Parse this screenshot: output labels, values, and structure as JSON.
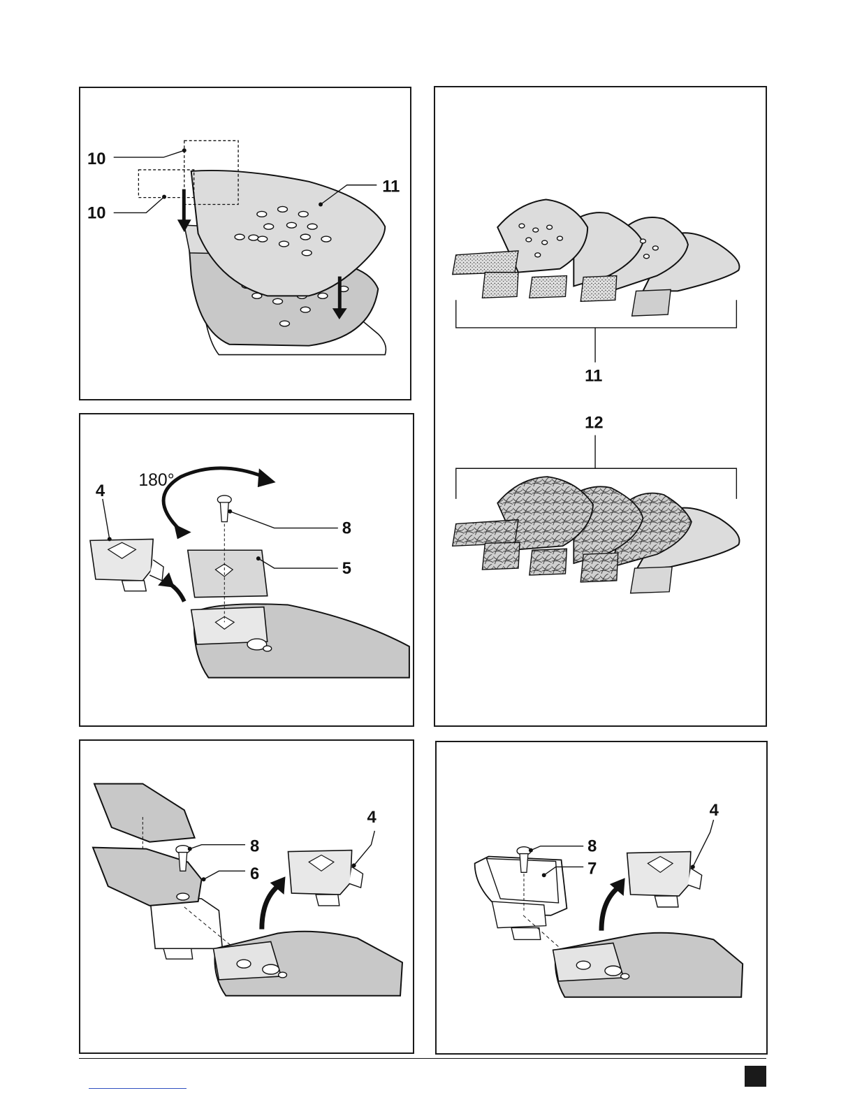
{
  "colors": {
    "ink": "#111111",
    "pad": "#c8c8c8",
    "sheet": "#dcdcdc",
    "paper": "#ffffff"
  },
  "panel_a": {
    "label_10_top": "10",
    "label_10_bottom": "10",
    "label_11": "11"
  },
  "panel_b": {
    "label_4": "4",
    "rotation": "180°",
    "label_8": "8",
    "label_5": "5"
  },
  "panel_c": {
    "label_11": "11",
    "label_12": "12"
  },
  "panel_d": {
    "label_8": "8",
    "label_6": "6",
    "label_4": "4"
  },
  "panel_e": {
    "label_4": "4",
    "label_8": "8",
    "label_7": "7"
  }
}
